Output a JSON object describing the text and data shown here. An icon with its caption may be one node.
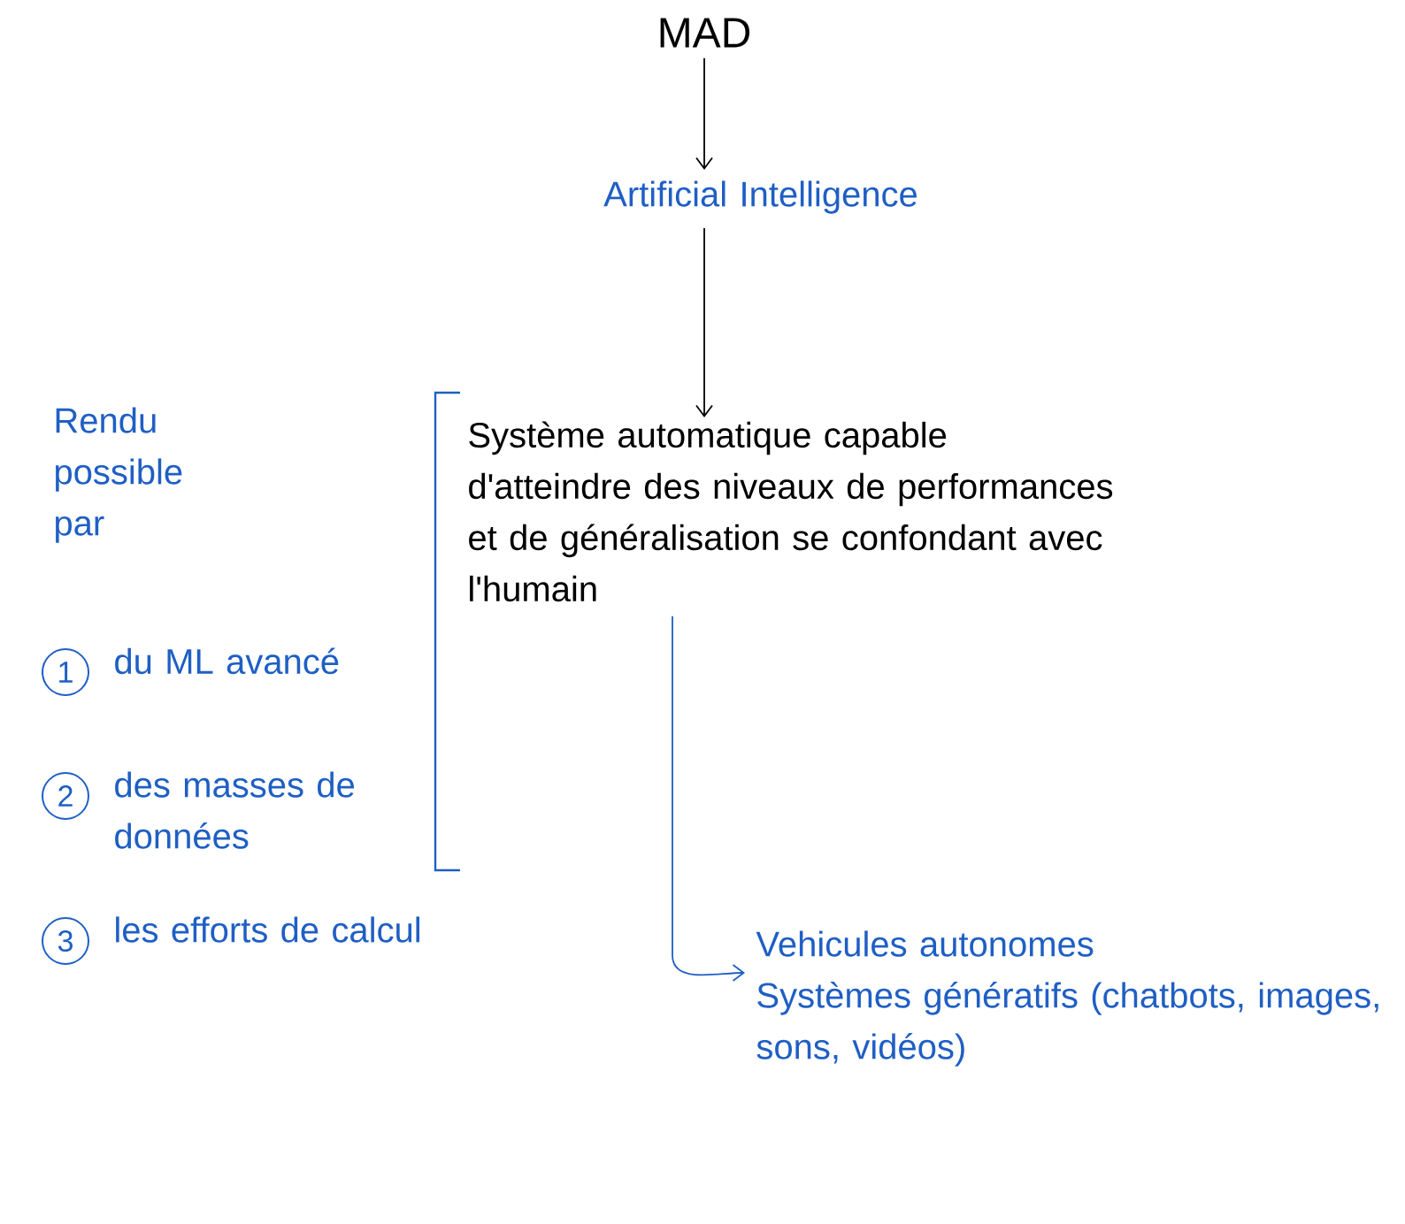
{
  "diagram": {
    "nodes": [
      {
        "text": [
          "MAD"
        ]
      },
      {
        "text": [
          "Artificial Intelligence"
        ]
      },
      {
        "text": [
          "Système automatique capable d'atteindre des niveaux de performances et de généralisation se confondant avec l'humain"
        ]
      },
      {
        "text": [
          "Vehicules autonomes",
          "Systèmes génératifs (chatbots, images, sons, vidéos)"
        ]
      }
    ],
    "edges": [
      {
        "from": 0,
        "to": 1,
        "arrow": "to"
      },
      {
        "from": 1,
        "to": 2,
        "arrow": "to"
      },
      {
        "from": 2,
        "to": 3,
        "arrow": "to",
        "color": "#1f5fc4"
      }
    ],
    "labels": [
      "Rendu possible par",
      "1",
      "du ML avancé",
      "2",
      "des masses de données",
      "3",
      "les efforts de calcul"
    ]
  }
}
